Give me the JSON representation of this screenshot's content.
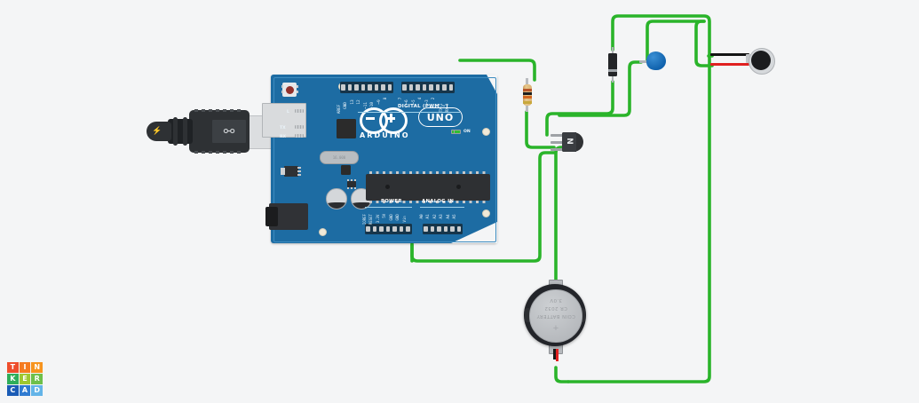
{
  "app": {
    "name": "Tinkercad",
    "logo_letters": [
      "T",
      "I",
      "N",
      "K",
      "E",
      "R",
      "C",
      "A",
      "D"
    ],
    "logo_colors": [
      "#ee4d2b",
      "#f57b20",
      "#f7941e",
      "#2fae5a",
      "#9ec730",
      "#6ec04a",
      "#1a5bb5",
      "#2f7bd1",
      "#63b4e8"
    ],
    "background_color": "#f4f5f6"
  },
  "board": {
    "brand": "ARDUINO",
    "model": "UNO",
    "body_color": "#1d6ca3",
    "digital_header_title": "DIGITAL (PWM ~)",
    "digital_pins_left": [
      "AREF",
      "GND",
      "13",
      "12",
      "~11",
      "~10",
      "~9",
      "8"
    ],
    "digital_pins_right": [
      "7",
      "~6",
      "~5",
      "4",
      "~3",
      "2",
      "TX→1",
      "RX←0"
    ],
    "power_header_title": "POWER",
    "power_pins": [
      "IOREF",
      "RESET",
      "3.3V",
      "5V",
      "GND",
      "GND",
      "Vin"
    ],
    "analog_header_title": "ANALOG IN",
    "analog_pins": [
      "A0",
      "A1",
      "A2",
      "A3",
      "A4",
      "A5"
    ],
    "indicator_leds": [
      "L",
      "TX",
      "RX"
    ],
    "power_led_label": "ON",
    "crystal_label": "16.000",
    "reset_button": "RESET"
  },
  "components": {
    "usb_cable": {
      "label": "USB cable",
      "connector": "usb-icon",
      "power_bolt": "⚡"
    },
    "resistor": {
      "label": "Resistor",
      "band_colors": [
        "#b5552a",
        "#1d1d1d",
        "#d2661f",
        "#c8a83c"
      ],
      "body_color": "#e2bf84"
    },
    "diode": {
      "label": "Diode",
      "body_color": "#232528",
      "band_color": "#9fa4a9"
    },
    "capacitor": {
      "label": "Ceramic Capacitor",
      "body_color": "#1062ad"
    },
    "transistor": {
      "label": "NPN Transistor",
      "marking": "N",
      "body_color": "#303235"
    },
    "battery": {
      "label": "Coin Battery",
      "line1": "COIN BATTERY",
      "line2": "CR 2032",
      "line3": "3.0V",
      "polarity_mark": "+",
      "cell_color": "#c0c3c7",
      "ring_color": "#23252a"
    },
    "motor": {
      "label": "Vibration Motor",
      "body_color": "#1b1c1e",
      "positive_lead_color": "#e02020",
      "negative_lead_color": "#1a1a1a"
    }
  },
  "wires": {
    "color": "#2ab42a",
    "stroke_width": 3.6,
    "paths": [
      "M 518 68 H 597 Q 603 68 603 74 V 92",
      "M 593 124 V 140 Q 593 146 587 146 V 146 H 560",
      "M 593 124 V 136",
      "M 690 54 V 24 Q 690 18 696 18 H 792 Q 798 18 798 24 V 418 Q 798 424 792 424 H 640 Q 634 424 634 418 V 410",
      "M 690 92 V 120 Q 690 126 684 126 H 622 Q 616 126 616 132 V 150",
      "M 727 72 V 30 Q 727 24 733 24 H 795",
      "M 722 72 H 718 Q 712 72 712 78 V 124 Q 712 130 706 130 H 628",
      "M 806 66 H 800 Q 794 66 794 60 V 28",
      "M 806 76 H 790 Q 784 76 784 70 V 34",
      "M 611 168 V 176 Q 611 182 605 182 V 182 H 470 Q 464 182 464 188 V 276 Q 464 282 470 282 H 560",
      "M 626 170 V 330",
      "M 603 92 V 88"
    ]
  }
}
